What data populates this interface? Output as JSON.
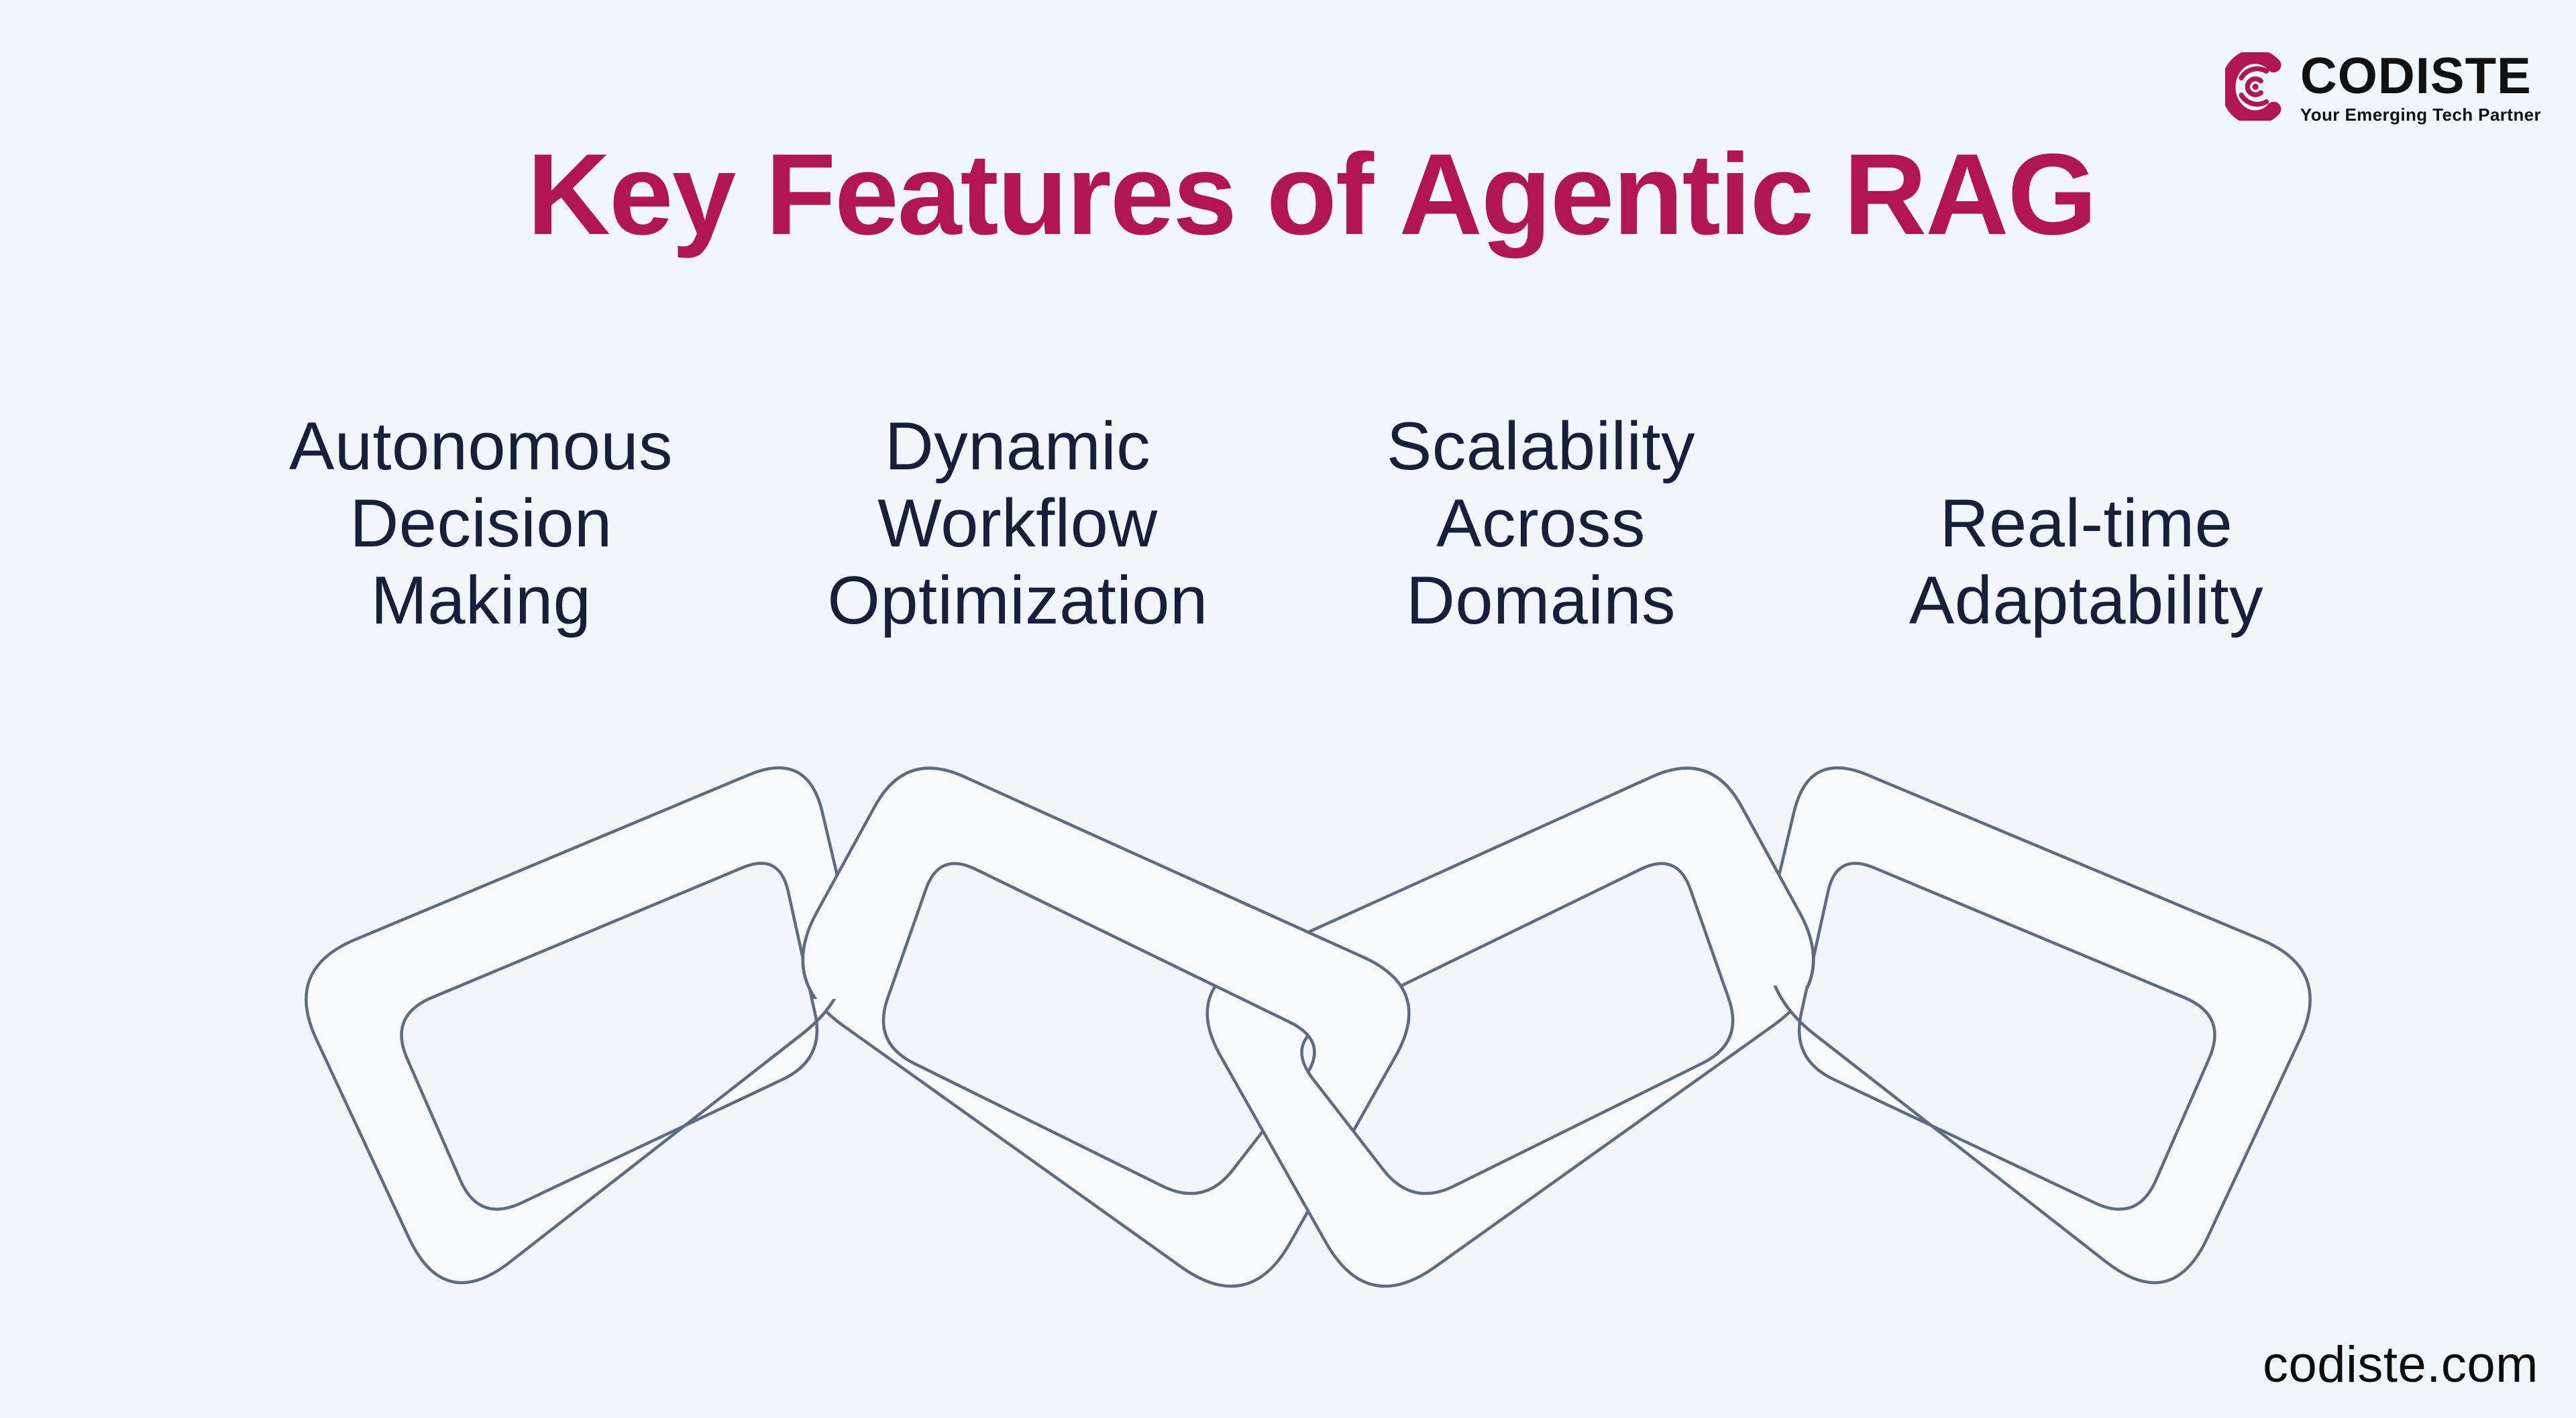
{
  "logo": {
    "name": "CODISTE",
    "tagline": "Your Emerging Tech Partner",
    "icon": "codiste-c-icon"
  },
  "title": {
    "text": "Key Features of Agentic RAG"
  },
  "features": [
    {
      "label": "Autonomous Decision Making",
      "lines": [
        "Autonomous",
        "Decision",
        "Making"
      ]
    },
    {
      "label": "Dynamic Workflow Optimization",
      "lines": [
        "Dynamic",
        "Workflow",
        "Optimization"
      ]
    },
    {
      "label": "Scalability Across Domains",
      "lines": [
        "Scalability",
        "Across",
        "Domains"
      ]
    },
    {
      "label": "Real-time Adaptability",
      "lines": [
        "Real-time",
        "Adaptability"
      ]
    }
  ],
  "illustration": {
    "name": "chain-links-illustration",
    "link_count": 4
  },
  "footer": {
    "url": "codiste.com"
  },
  "colors": {
    "accent": "#b21652",
    "navy": "#16203a",
    "ink": "#111111",
    "slate": "#5d6c80",
    "background": "#f1f6fb",
    "chainfill": "#f6fafd"
  }
}
